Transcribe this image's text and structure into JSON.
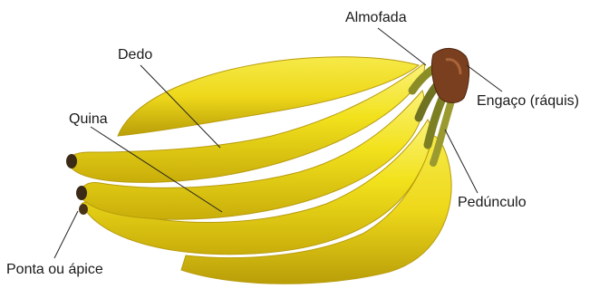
{
  "labels": {
    "almofada": "Almofada",
    "dedo": "Dedo",
    "quina": "Quina",
    "engaco": "Engaço (ráquis)",
    "pedunculo": "Pedúnculo",
    "ponta": "Ponta ou ápice"
  },
  "colors": {
    "banana_yellow": "#f2e21c",
    "banana_light": "#f8ee58",
    "banana_shadow": "#c9b10e",
    "stalk_brown": "#7a3f1e",
    "stalk_green": "#8a8d25",
    "tip_dark": "#3a2a16",
    "leader_line": "#222222"
  }
}
